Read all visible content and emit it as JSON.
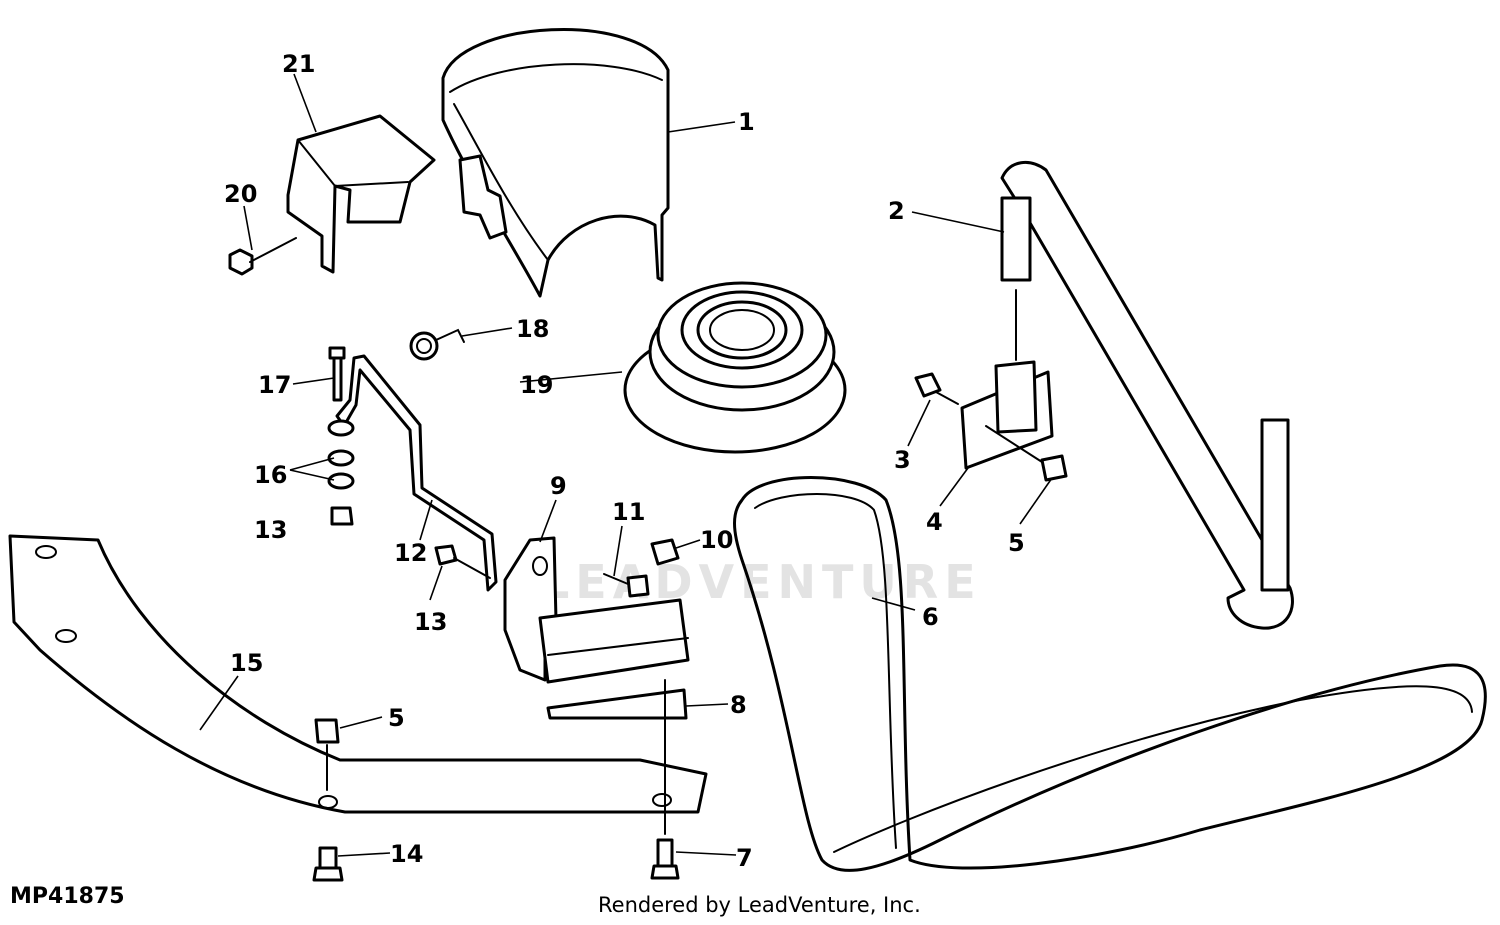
{
  "diagram": {
    "figure_id": "MP41875",
    "credit": "Rendered by LeadVenture, Inc.",
    "watermark": "LEADVENTURE",
    "callouts": [
      "1",
      "2",
      "3",
      "4",
      "5",
      "5",
      "6",
      "7",
      "8",
      "9",
      "10",
      "11",
      "12",
      "13",
      "13",
      "14",
      "15",
      "16",
      "17",
      "18",
      "19",
      "20",
      "21"
    ]
  }
}
